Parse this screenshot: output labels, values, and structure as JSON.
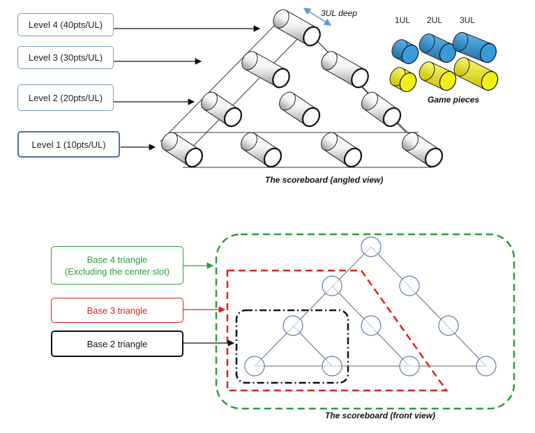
{
  "angled": {
    "levels": [
      {
        "label": "Level 4 (40pts/UL)"
      },
      {
        "label": "Level 3 (30pts/UL)"
      },
      {
        "label": "Level 2 (20pts/UL)"
      },
      {
        "label": "Level 1 (10pts/UL)"
      }
    ],
    "depth_label": "3UL deep",
    "caption": "The scoreboard (angled view)"
  },
  "pieces": {
    "sizes": [
      "1UL",
      "2UL",
      "3UL"
    ],
    "caption": "Game pieces",
    "colors": {
      "blue": "#3a9ad9",
      "yellow": "#f2ee1a"
    }
  },
  "front": {
    "bases": [
      {
        "label_line1": "Base 4 triangle",
        "label_line2": "(Excluding the center slot)",
        "color": "#2a9d3a"
      },
      {
        "label_line1": "Base 3 triangle",
        "label_line2": "",
        "color": "#e0201b"
      },
      {
        "label_line1": "Base 2 triangle",
        "label_line2": "",
        "color": "#111111"
      }
    ],
    "caption": "The scoreboard (front view)"
  }
}
